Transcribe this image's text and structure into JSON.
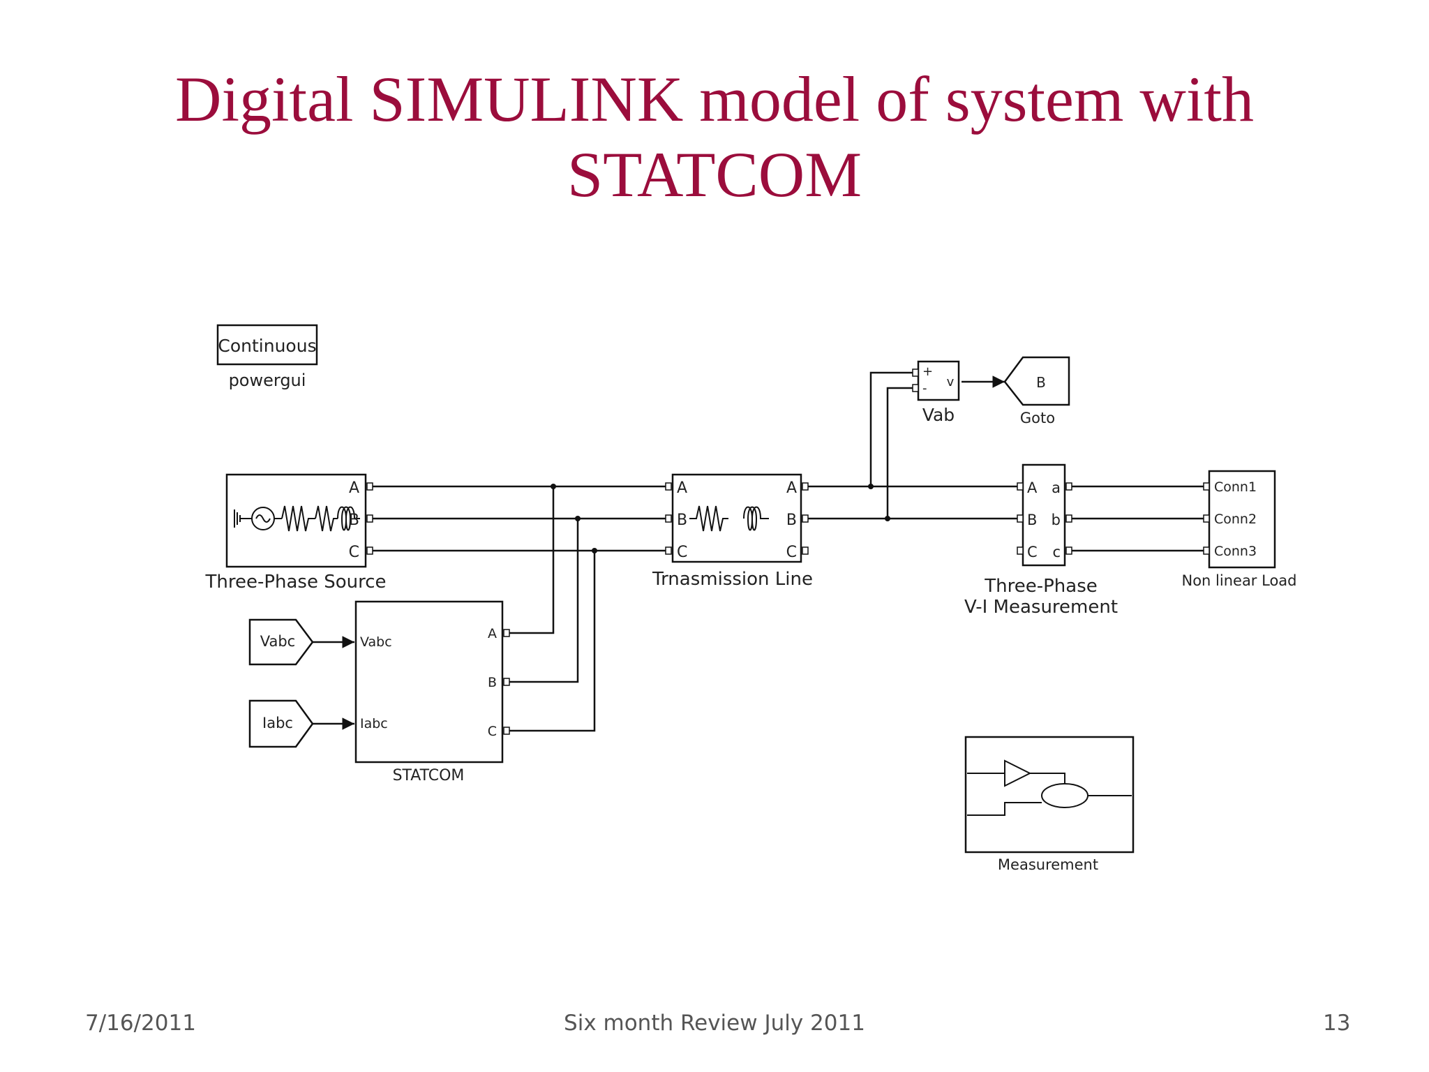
{
  "slide": {
    "title_line1": "Digital SIMULINK model of system with",
    "title_line2": "STATCOM",
    "footer_date": "7/16/2011",
    "footer_center": "Six month Review July 2011",
    "footer_page": "13",
    "title_color": "#9b0d3c"
  },
  "blocks": {
    "powergui": {
      "inner": "Continuous",
      "caption": "powergui"
    },
    "source": {
      "caption": "Three-Phase Source",
      "ports": [
        "A",
        "B",
        "C"
      ]
    },
    "line": {
      "caption": "Trnasmission Line",
      "ports": [
        "A",
        "B",
        "C"
      ]
    },
    "vab": {
      "caption": "Vab",
      "plus": "+",
      "minus": "-",
      "out": "v"
    },
    "goto": {
      "tag": "B",
      "caption": "Goto"
    },
    "vimeas": {
      "caption1": "Three-Phase",
      "caption2": "V-I Measurement",
      "in_ports": [
        "A",
        "B",
        "C"
      ],
      "out_ports": [
        "a",
        "b",
        "c"
      ]
    },
    "load": {
      "caption": "Non linear Load",
      "ports": [
        "Conn1",
        "Conn2",
        "Conn3"
      ]
    },
    "statcom": {
      "caption": "STATCOM",
      "in_ports": [
        "Vabc",
        "Iabc"
      ],
      "out_ports": [
        "A",
        "B",
        "C"
      ]
    },
    "from_vabc": {
      "tag": "Vabc"
    },
    "from_iabc": {
      "tag": "Iabc"
    },
    "measurement": {
      "caption": "Measurement"
    }
  }
}
